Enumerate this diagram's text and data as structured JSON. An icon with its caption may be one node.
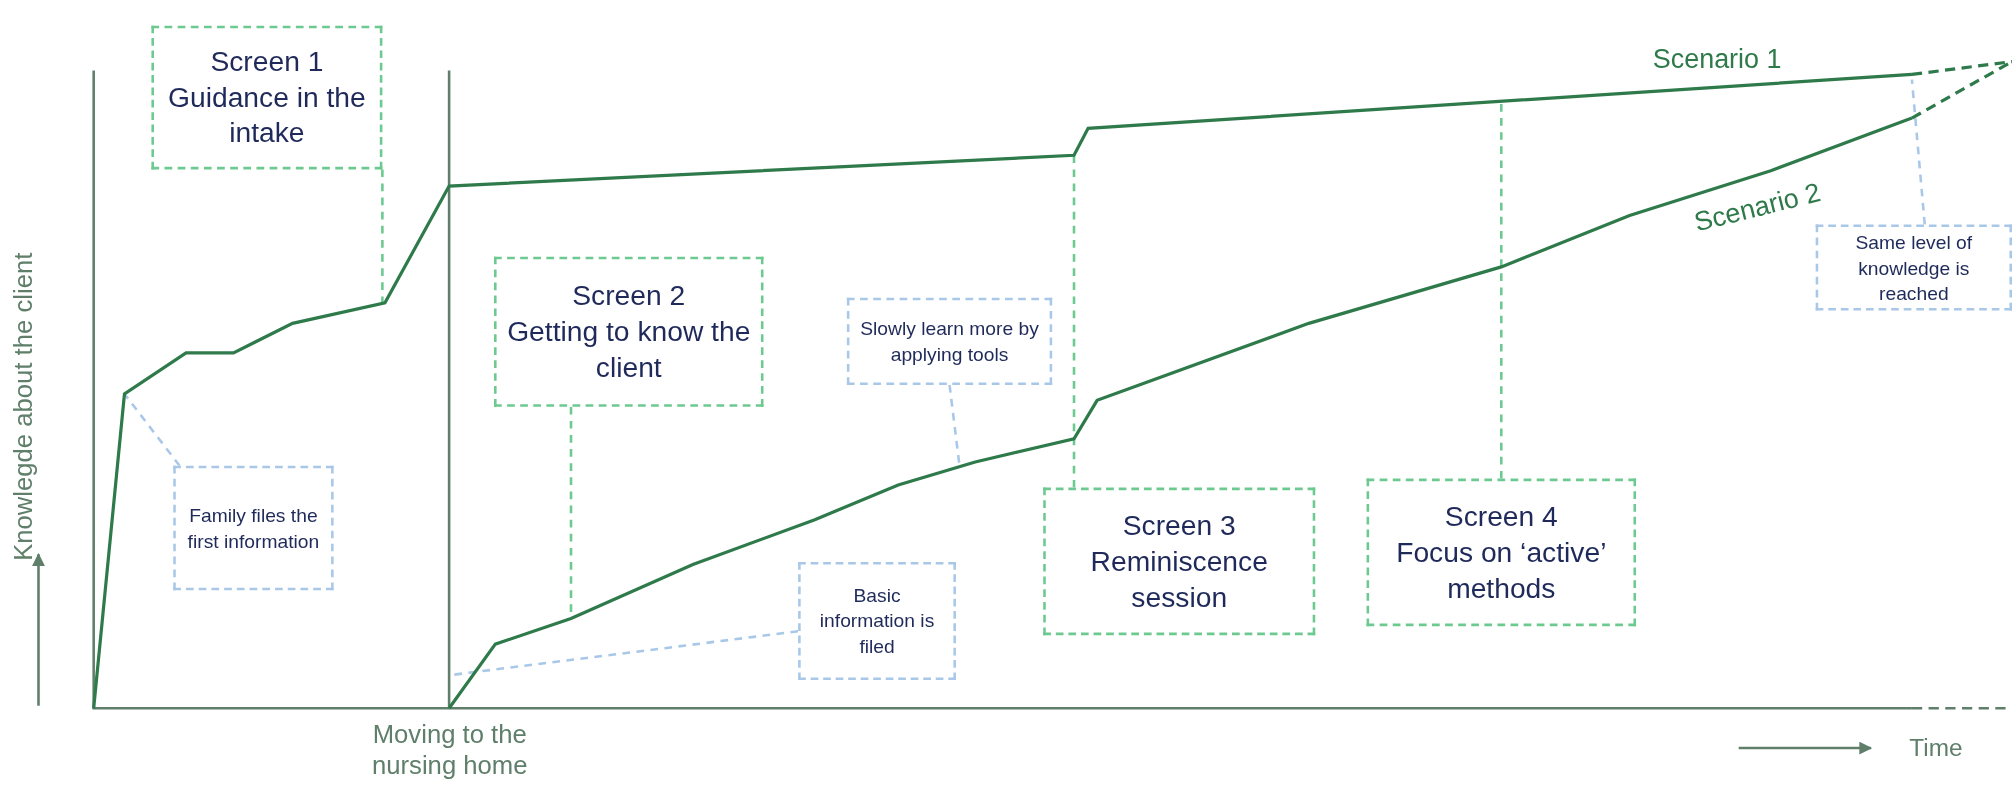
{
  "diagram": {
    "nodes": [
      {
        "text": [
          "Screen 1",
          "Guidance in the intake"
        ]
      },
      {
        "text": [
          "Family files the first information"
        ]
      },
      {
        "text": [
          "Screen 2",
          "Getting to know the client"
        ]
      },
      {
        "text": [
          "Slowly learn more by applying tools"
        ]
      },
      {
        "text": [
          "Basic information is filed"
        ]
      },
      {
        "text": [
          "Screen 3",
          "Reminiscence session"
        ]
      },
      {
        "text": [
          "Screen 4",
          "Focus on ‘active’ methods"
        ]
      },
      {
        "text": [
          "Same level of knowledge is reached"
        ]
      }
    ],
    "edges": [
      {
        "from": 0,
        "to": null,
        "arrow": "none",
        "style": "dashed"
      },
      {
        "from": 1,
        "to": null,
        "arrow": "none",
        "style": "dashed",
        "color": "#a9c8e8"
      },
      {
        "from": 2,
        "to": null,
        "arrow": "none",
        "style": "dashed"
      },
      {
        "from": 3,
        "to": null,
        "arrow": "none",
        "style": "dashed",
        "color": "#a9c8e8"
      },
      {
        "from": 4,
        "to": null,
        "arrow": "none",
        "style": "dashed",
        "color": "#a9c8e8"
      },
      {
        "from": 5,
        "to": null,
        "arrow": "none",
        "style": "dashed"
      },
      {
        "from": 6,
        "to": null,
        "arrow": "none",
        "style": "dashed"
      },
      {
        "from": 7,
        "to": null,
        "arrow": "none",
        "style": "dashed",
        "color": "#a9c8e8"
      }
    ],
    "labels": [
      "Scenario 1",
      "Scenario 2",
      "Knowlegde about the client",
      "Moving to the nursing home",
      "Time"
    ]
  }
}
